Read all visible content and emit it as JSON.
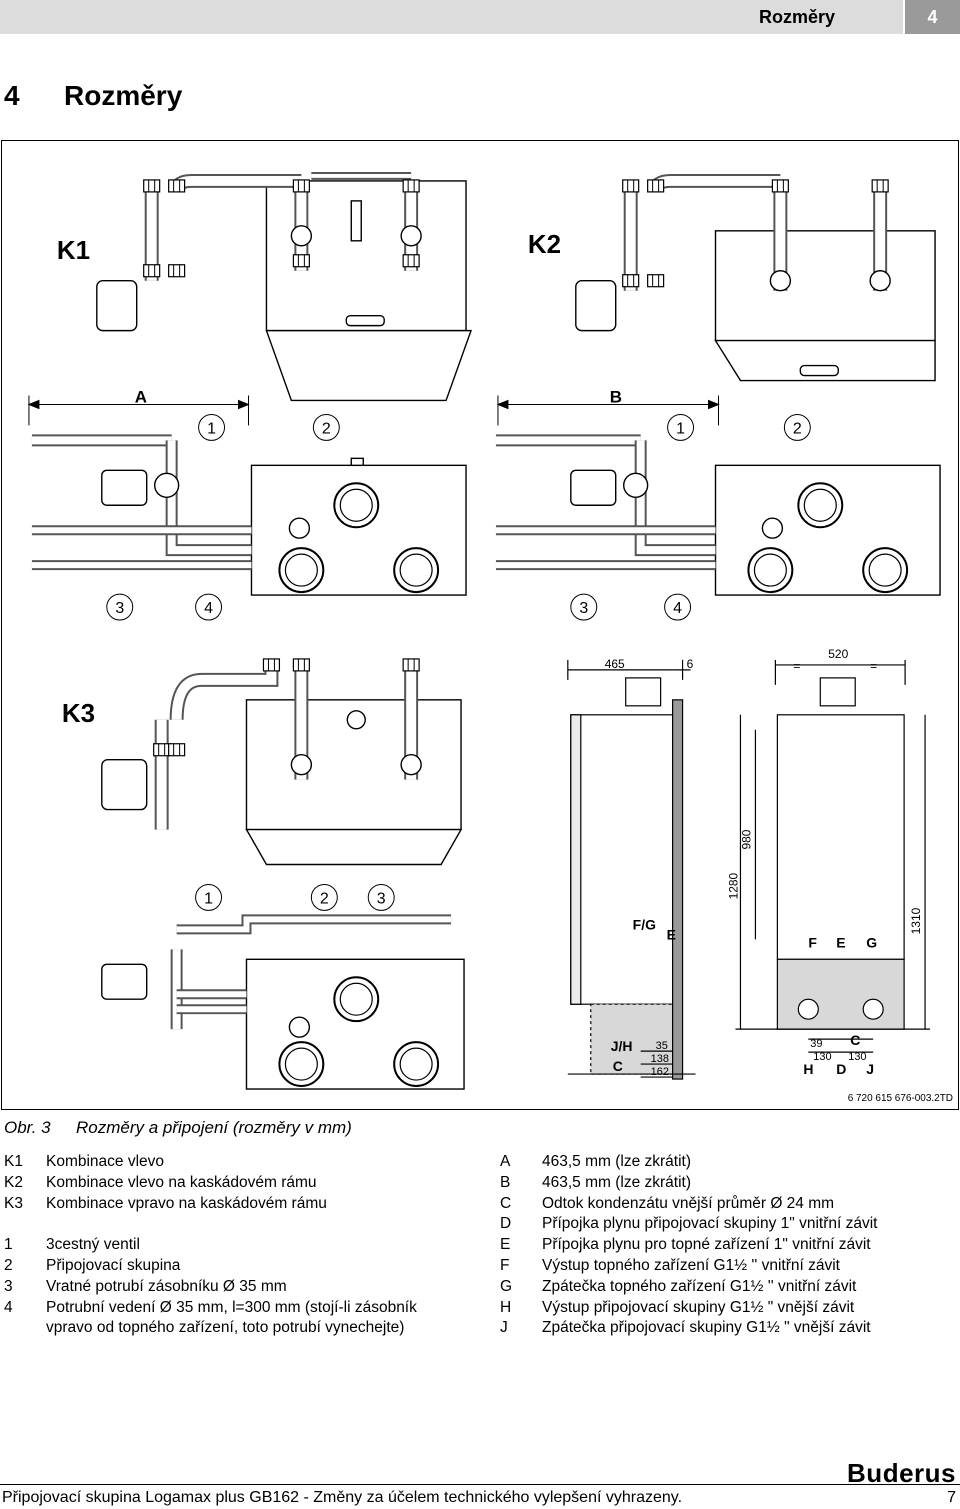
{
  "header": {
    "title": "Rozměry",
    "number": "4"
  },
  "section": {
    "number": "4",
    "title": "Rozměry"
  },
  "figure": {
    "labels": {
      "k1": "K1",
      "k2": "K2",
      "k3": "K3",
      "a": "A",
      "b": "B",
      "c1": "1",
      "c2": "2",
      "c3": "3",
      "c4": "4",
      "d465": "465",
      "d6": "6",
      "d520": "520",
      "deq": "=",
      "d980": "980",
      "d1280": "1280",
      "d1310": "1310",
      "fg": "F/G",
      "e": "E",
      "jh": "J/H",
      "c": "C",
      "d35": "35",
      "d138": "138",
      "d162": "162",
      "f": "F",
      "g": "G",
      "d39": "39",
      "d130": "130",
      "h": "H",
      "d": "D",
      "j": "J"
    },
    "code": "6 720 615 676-003.2TD"
  },
  "caption": {
    "prefix": "Obr. 3",
    "text": "Rozměry a připojení (rozměry v mm)"
  },
  "legend_left": [
    {
      "key": "K1",
      "text": "Kombinace vlevo"
    },
    {
      "key": "K2",
      "text": "Kombinace vlevo na kaskádovém rámu"
    },
    {
      "key": "K3",
      "text": "Kombinace vpravo na kaskádovém rámu"
    },
    {
      "key": "1",
      "text": "3cestný ventil"
    },
    {
      "key": "2",
      "text": "Připojovací skupina"
    },
    {
      "key": "3",
      "text": "Vratné potrubí zásobníku Ø 35 mm"
    },
    {
      "key": "4",
      "text": "Potrubní vedení Ø 35 mm, l=300 mm (stojí-li zásobník"
    },
    {
      "key": "",
      "text": "vpravo od topného zařízení, toto potrubí vynechejte)"
    }
  ],
  "legend_right": [
    {
      "key": "A",
      "text": "463,5 mm (lze zkrátit)"
    },
    {
      "key": "B",
      "text": "463,5 mm (lze zkrátit)"
    },
    {
      "key": "C",
      "text": "Odtok kondenzátu vnější průměr Ø 24 mm"
    },
    {
      "key": "D",
      "text": "Přípojka plynu připojovací skupiny 1\" vnitřní závit"
    },
    {
      "key": "E",
      "text": "Přípojka plynu pro topné zařízení 1\" vnitřní závit"
    },
    {
      "key": "F",
      "text": "Výstup topného zařízení G1½ '' vnitřní závit"
    },
    {
      "key": "G",
      "text": "Zpátečka topného zařízení G1½ '' vnitřní závit"
    },
    {
      "key": "H",
      "text": "Výstup připojovací skupiny G1½ \" vnější závit"
    },
    {
      "key": "J",
      "text": "Zpátečka připojovací skupiny G1½ \" vnější závit"
    }
  ],
  "brand": "Buderus",
  "footer": {
    "text": "Připojovací skupina Logamax plus GB162 - Změny za účelem technického vylepšení vyhrazeny.",
    "page": "7"
  }
}
